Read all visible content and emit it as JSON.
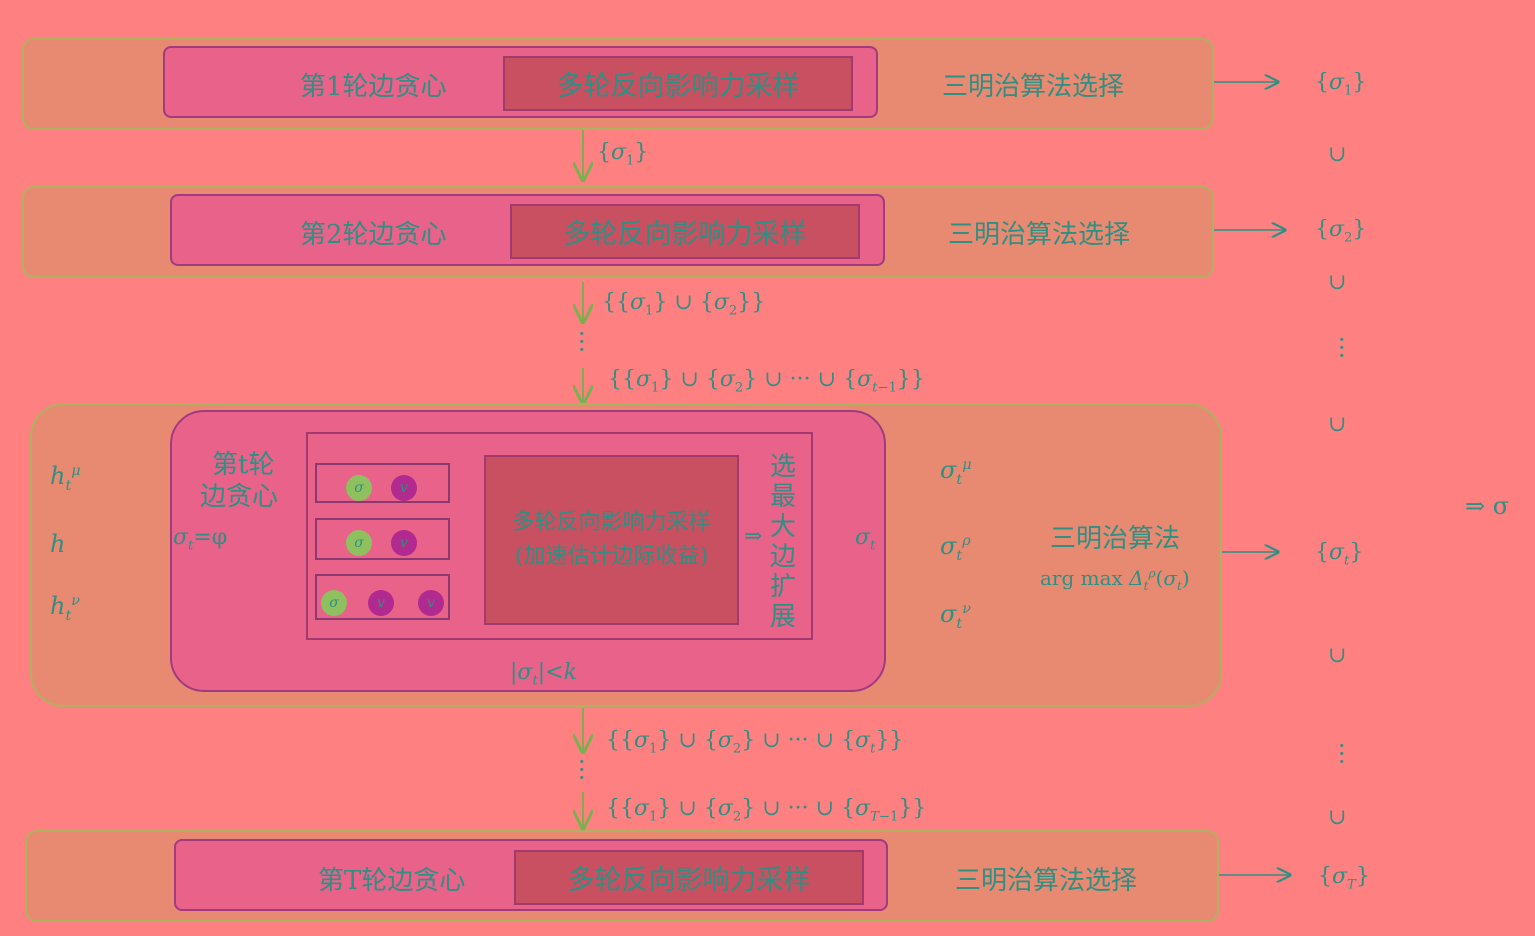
{
  "round1": {
    "title": "第1轮边贪心",
    "sampling": "多轮反向影响力采样",
    "select": "三明治算法选择",
    "out": "{σ1}"
  },
  "round2": {
    "title": "第2轮边贪心",
    "sampling": "多轮反向影响力采样",
    "select": "三明治算法选择",
    "out": "{σ2}"
  },
  "roundT": {
    "title": "第T轮边贪心",
    "sampling": "多轮反向影响力采样",
    "select": "三明治算法选择",
    "out": "{σT}"
  },
  "roundt": {
    "title_line1": "第t轮",
    "title_line2": "边贪心",
    "sampling_line1": "多轮反向影响力采样",
    "sampling_line2": "(加速估计边际收益)",
    "select_vertical": "选最大边扩展",
    "init": "σt=φ",
    "loop_cond": "|σt|<k",
    "inputs": [
      "htμ",
      "h",
      "htν"
    ],
    "sigma_out": "σt",
    "sandwich_title": "三明治算法",
    "sandwich_expr": "arg max Δtρ(σt)",
    "out": "{σt}"
  },
  "flows": {
    "f1": "{σ1}",
    "f2": "{{σ1} ∪ {σ2}}",
    "f3": "{{σ1} ∪ {σ2} ∪ ··· ∪ {σt−1}}",
    "f4": "{{σ1} ∪ {σ2} ∪ ··· ∪ {σt}}",
    "f5": "{{σ1} ∪ {σ2} ∪ ··· ∪ {σT−1}}"
  },
  "union_symbol": "∪",
  "final": "⇒ σ",
  "colors": {
    "background": "#ff8080",
    "outer": "#e88a72",
    "inner": "#e8628a",
    "sampling": "#c95060",
    "text": "#2f8f83"
  }
}
